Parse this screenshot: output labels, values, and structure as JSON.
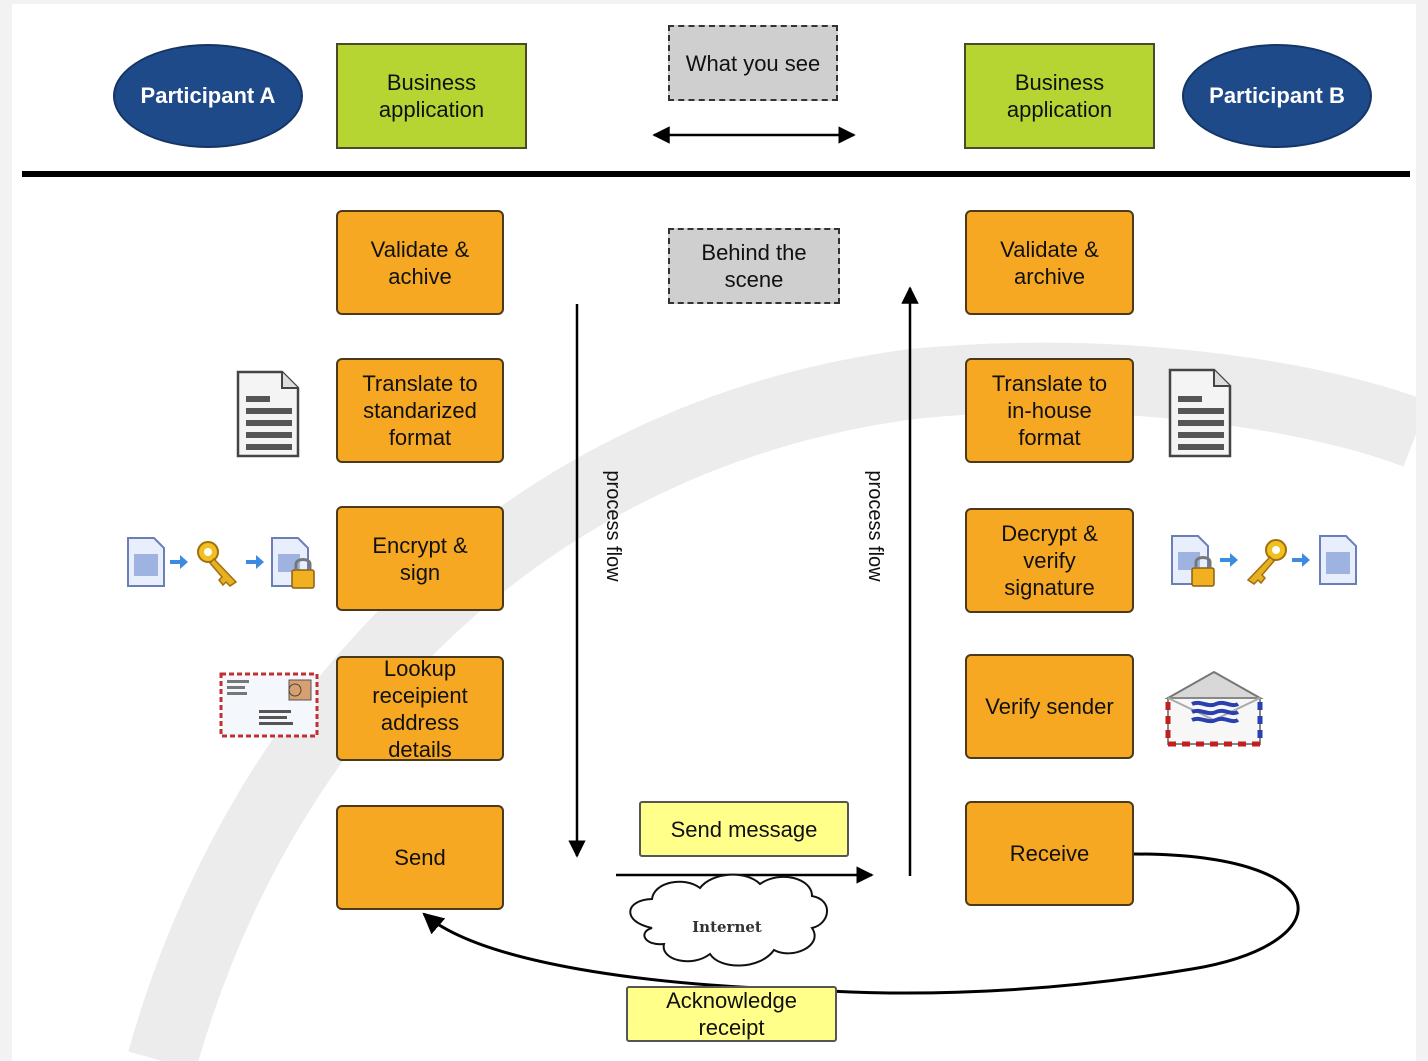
{
  "header": {
    "participant_a": "Participant A",
    "participant_b": "Participant B",
    "business_app_a": "Business\napplication",
    "business_app_b": "Business\napplication",
    "what_you_see": "What you see"
  },
  "behind_the_scene": "Behind the\nscene",
  "left_steps": [
    "Validate &\nachive",
    "Translate to\nstandarized\nformat",
    "Encrypt &\nsign",
    "Lookup\nreceipient\naddress\ndetails",
    "Send"
  ],
  "right_steps": [
    "Validate &\narchive",
    "Translate to\nin-house\nformat",
    "Decrypt &\nverify\nsignature",
    "Verify sender",
    "Receive"
  ],
  "flow_labels": {
    "left": "process flow",
    "right": "process flow"
  },
  "send_message": "Send message",
  "internet": "Internet",
  "acknowledge": "Acknowledge\nreceipt",
  "icons": {
    "document_left": "document-icon",
    "document_right": "document-icon",
    "encrypt": "encrypt-key-icon",
    "decrypt": "decrypt-key-icon",
    "address_card": "address-envelope-icon",
    "mail": "airmail-envelope-icon"
  },
  "colors": {
    "participant": "#1f4a8a",
    "business_app": "#b7d532",
    "step": "#f7a823",
    "gray_box": "#cfcfcf",
    "yellow_box": "#ffff8a"
  }
}
